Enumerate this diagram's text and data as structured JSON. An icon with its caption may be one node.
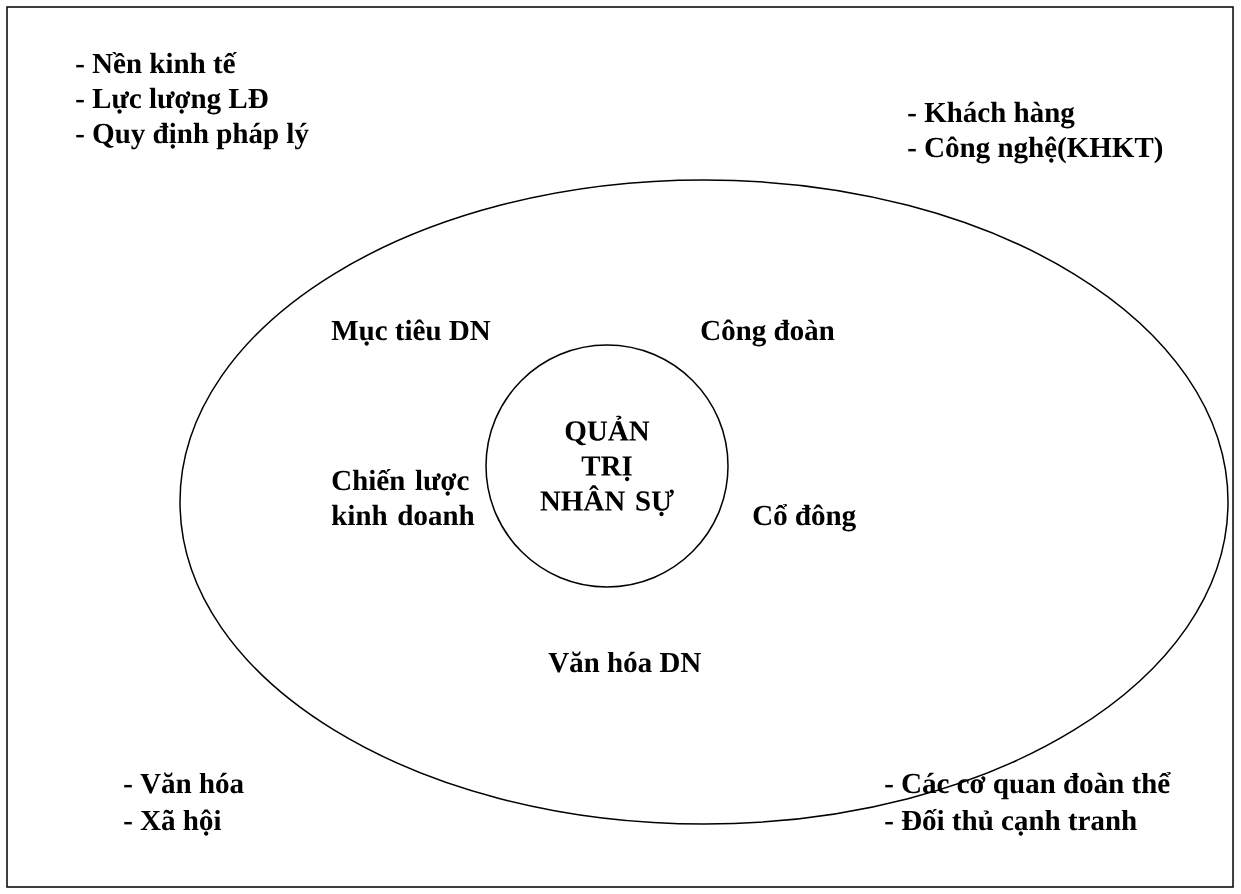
{
  "diagram": {
    "nodes": [
      {
        "text": [],
        "shape": "ellipse"
      },
      {
        "text": [
          "QUẢN TRỊ NHÂN SỰ"
        ],
        "in": 0
      }
    ],
    "edges": [],
    "labels": [
      "- Nền kinh tế",
      "- Lực lượng LĐ",
      "- Quy định pháp lý",
      "- Khách hàng",
      "- Công nghệ(KHKT)",
      "Mục tiêu DN",
      "Công đoàn",
      "Chiến lược kinh doanh",
      "Cổ đông",
      "Văn hóa DN",
      "- Văn hóa",
      "- Các cơ quan đoàn thể",
      "- Xã hội",
      "- Đối thủ cạnh tranh"
    ]
  }
}
